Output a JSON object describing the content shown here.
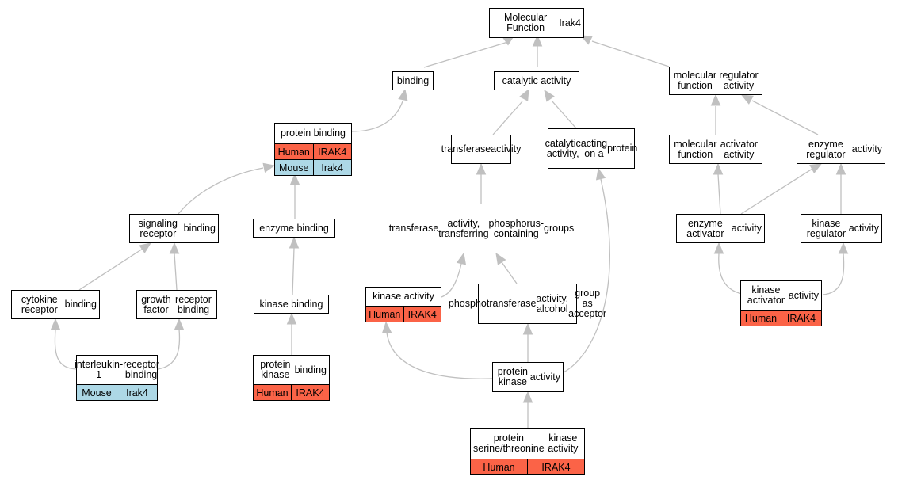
{
  "colors": {
    "human": "#fb6347",
    "mouse": "#add8e6",
    "edge": "#c0c0c0",
    "node_border": "#000000"
  },
  "nodes": {
    "root": {
      "lines": [
        "Molecular Function",
        "Irak4"
      ]
    },
    "binding": {
      "lines": [
        "binding"
      ]
    },
    "catalytic": {
      "lines": [
        "catalytic activity"
      ]
    },
    "mfreg": {
      "lines": [
        "molecular function",
        "regulator activity"
      ]
    },
    "protbind": {
      "lines": [
        "protein binding"
      ],
      "orgs": [
        [
          "Human",
          "IRAK4"
        ],
        [
          "Mouse",
          "Irak4"
        ]
      ]
    },
    "transferase": {
      "lines": [
        "transferase",
        "activity"
      ]
    },
    "catprot": {
      "lines": [
        "catalytic activity,",
        "acting on a",
        "protein"
      ]
    },
    "mfact": {
      "lines": [
        "molecular function",
        "activator activity"
      ]
    },
    "enzreg": {
      "lines": [
        "enzyme regulator",
        "activity"
      ]
    },
    "sigrec": {
      "lines": [
        "signaling receptor",
        "binding"
      ]
    },
    "enzbind": {
      "lines": [
        "enzyme binding"
      ]
    },
    "transphos": {
      "lines": [
        "transferase",
        "activity, transferring",
        "phosphorus-containing",
        "groups"
      ]
    },
    "enzact": {
      "lines": [
        "enzyme activator",
        "activity"
      ]
    },
    "kinreg": {
      "lines": [
        "kinase regulator",
        "activity"
      ]
    },
    "cytrec": {
      "lines": [
        "cytokine receptor",
        "binding"
      ]
    },
    "gfrec": {
      "lines": [
        "growth factor",
        "receptor binding"
      ]
    },
    "kinbind": {
      "lines": [
        "kinase binding"
      ]
    },
    "kinact": {
      "lines": [
        "kinase activity"
      ],
      "orgs": [
        [
          "Human",
          "IRAK4"
        ]
      ]
    },
    "phosalc": {
      "lines": [
        "phosphotransferase",
        "activity, alcohol",
        "group as acceptor"
      ]
    },
    "kinactv": {
      "lines": [
        "kinase activator",
        "activity"
      ],
      "orgs": [
        [
          "Human",
          "IRAK4"
        ]
      ]
    },
    "il1": {
      "lines": [
        "interleukin-1",
        "receptor binding"
      ],
      "orgs": [
        [
          "Mouse",
          "Irak4"
        ]
      ]
    },
    "pkbind": {
      "lines": [
        "protein kinase",
        "binding"
      ],
      "orgs": [
        [
          "Human",
          "IRAK4"
        ]
      ]
    },
    "pkact": {
      "lines": [
        "protein kinase",
        "activity"
      ]
    },
    "stk": {
      "lines": [
        "protein serine/threonine",
        "kinase activity"
      ],
      "orgs": [
        [
          "Human",
          "IRAK4"
        ]
      ]
    }
  }
}
